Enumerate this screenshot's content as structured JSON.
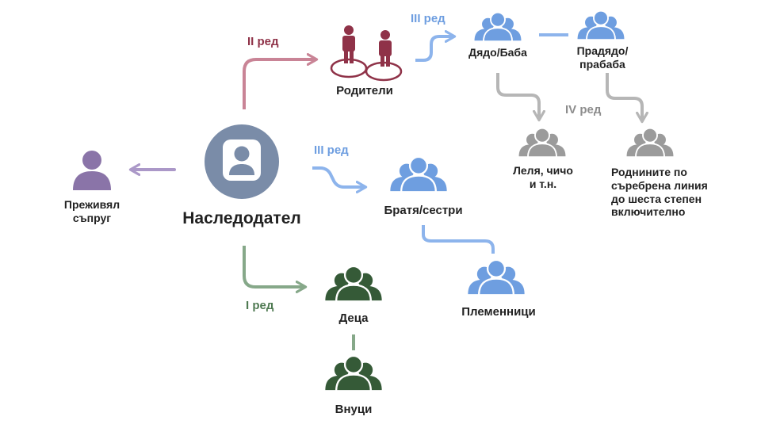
{
  "colors": {
    "heir_circle": "#7a8ca8",
    "spouse": "#8a74a8",
    "spouse_arrow": "#ab98c8",
    "parents": "#8f3248",
    "parents_arrow": "#c98496",
    "blue": "#6e9ee0",
    "blue_arrow": "#8db4ec",
    "gray": "#9b9b9b",
    "gray_arrow": "#b6b6b6",
    "green": "#355a37",
    "green_arrow": "#86a889"
  },
  "nodes": {
    "heir": "Наследодател",
    "spouse_line1": "Преживял",
    "spouse_line2": "съпруг",
    "parents": "Родители",
    "grandparents": "Дядо/Баба",
    "greatgrand_line1": "Прадядо/",
    "greatgrand_line2": "прабаба",
    "aunts_line1": "Леля, чичо",
    "aunts_line2": "и т.н.",
    "collateral_line1": "Роднините по",
    "collateral_line2": "съребрена линия",
    "collateral_line3": "до шеста степен",
    "collateral_line4": "включително",
    "siblings": "Братя/сестри",
    "nephews": "Племенници",
    "children": "Деца",
    "grandchildren": "Внуци"
  },
  "ranks": {
    "first": "I ред",
    "second": "II ред",
    "third_top": "III ред",
    "third_mid": "III ред",
    "fourth": "IV ред"
  },
  "icons": {
    "heir": "person-in-circle-icon",
    "spouse": "person-icon",
    "parents": "couple-icon",
    "group": "group-of-three-icon"
  }
}
